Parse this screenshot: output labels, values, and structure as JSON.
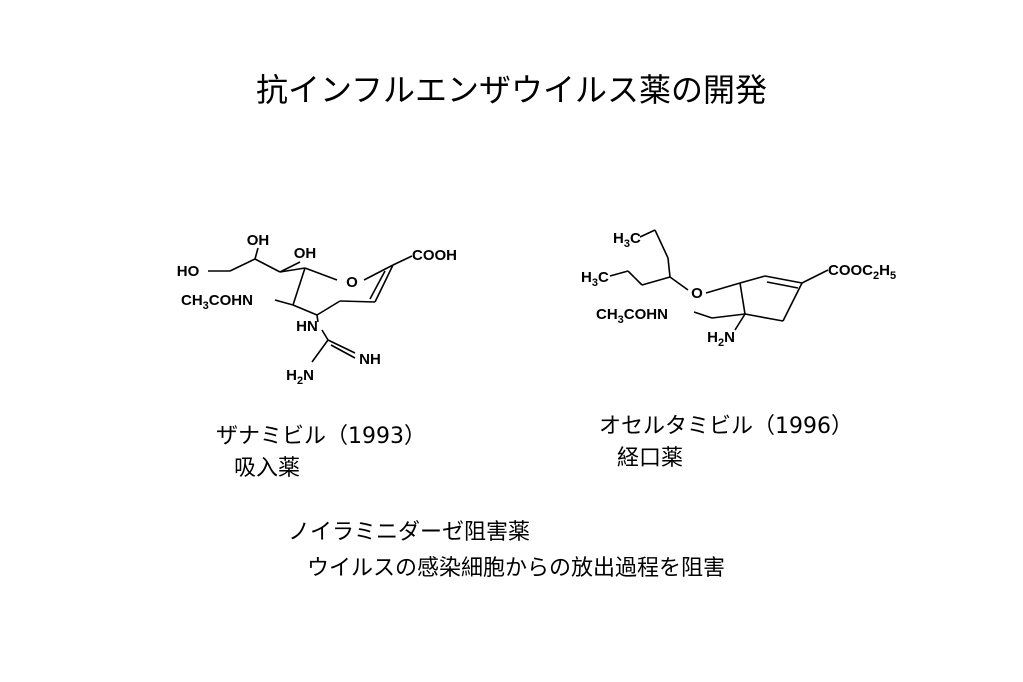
{
  "slide": {
    "title": "抗インフルエンザウイルス薬の開発"
  },
  "zanamivir": {
    "name": "ザナミビル（1993）",
    "route": "吸入薬",
    "atoms": {
      "oh_top": "OH",
      "oh_mid": "OH",
      "ho": "HO",
      "ring_o": "O",
      "cooh": "COOH",
      "acetamide": "CH3COHN",
      "hn": "HN",
      "nh": "NH",
      "h2n": "H2N"
    }
  },
  "oseltamivir": {
    "name": "オセルタミビル（1996）",
    "route": "経口薬",
    "atoms": {
      "h3c_top": "H3C",
      "h3c_left": "H3C",
      "ether_o": "O",
      "ester": "COOC2H5",
      "acetamide": "CH3COHN",
      "h2n": "H2N"
    }
  },
  "mechanism": {
    "heading": "ノイラミニダーゼ阻害薬",
    "description": "ウイルスの感染細胞からの放出過程を阻害"
  }
}
